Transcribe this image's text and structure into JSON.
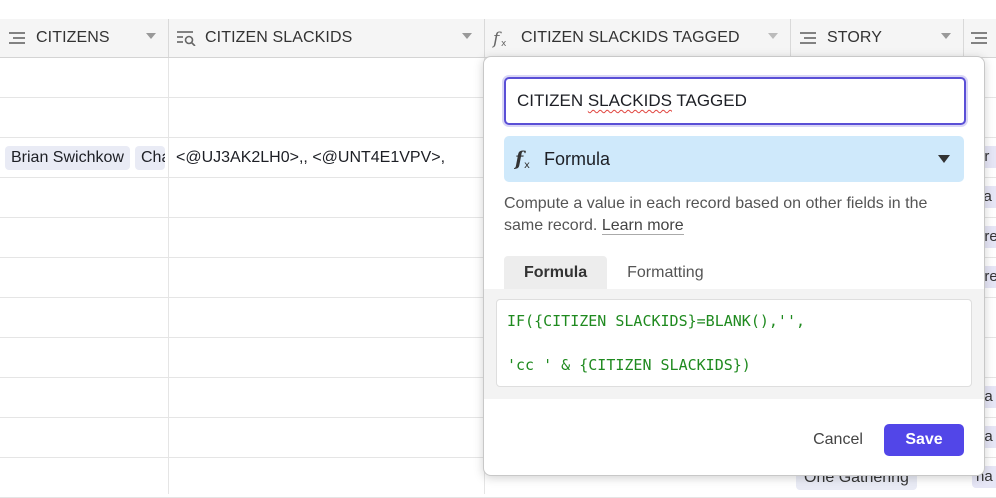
{
  "columns": [
    {
      "label": "CITIZENS",
      "icon": "multiline-text-icon"
    },
    {
      "label": "CITIZEN SLACKIDS",
      "icon": "lookup-icon"
    },
    {
      "label": "CITIZEN SLACKIDS TAGGED",
      "icon": "formula-icon"
    },
    {
      "label": "STORY",
      "icon": "multiline-text-icon"
    }
  ],
  "rows": {
    "row3": {
      "citizens_chip_1": "Brian Swichkow",
      "citizens_chip_2": "Cha",
      "slackids": "<@UJ3AK2LH0>,, <@UNT4E1VPV>,"
    },
    "right_edge_chips": [
      "or",
      "ca",
      "ore",
      "ore",
      "ha",
      "ha",
      "ha"
    ],
    "story_bottom": "One Gathering"
  },
  "panel": {
    "field_name_prefix": "CITIZEN ",
    "field_name_misspelled": "SLACKIDS",
    "field_name_suffix": " TAGGED",
    "field_type": "Formula",
    "description": "Compute a value in each record based on other fields in the same record.",
    "learn_more": "Learn more",
    "tabs": [
      "Formula",
      "Formatting"
    ],
    "formula_line1": "IF({CITIZEN SLACKIDS}=BLANK(),'',",
    "formula_line2": "'cc ' & {CITIZEN SLACKIDS})",
    "cancel_label": "Cancel",
    "save_label": "Save"
  },
  "colors": {
    "accent": "#5246e8",
    "focus_ring": "#5a4fd6",
    "type_select_bg": "#cfe9fb",
    "chip_bg": "#e9ebf5",
    "formula_text": "#1f8a1f"
  }
}
